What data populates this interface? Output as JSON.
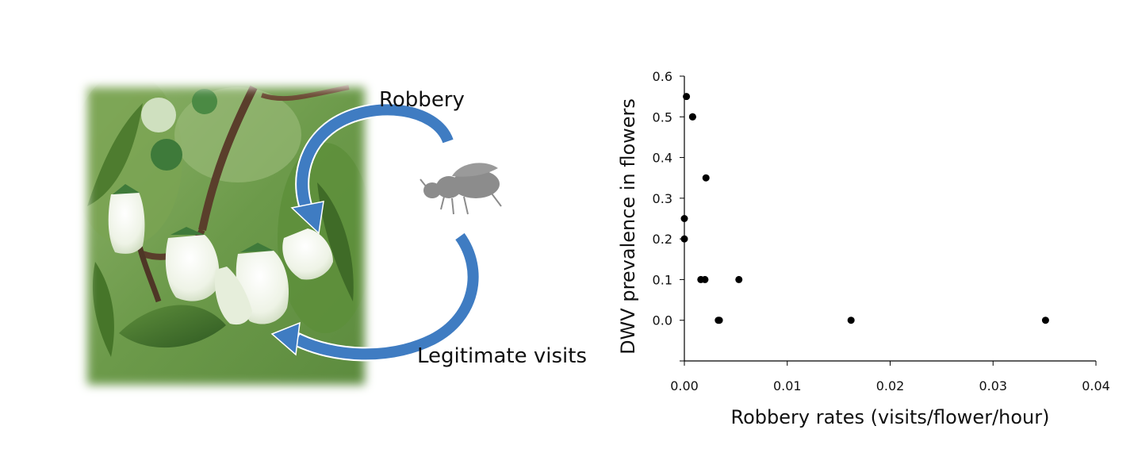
{
  "diagram": {
    "robbery_label": "Robbery",
    "legit_label": "Legitimate visits",
    "arrow_color": "#3f7cc2",
    "bee_color": "#8c8c8c",
    "photo_subject": "blueberry flowers photo",
    "bee_icon": "bee-icon"
  },
  "chart_data": {
    "type": "scatter",
    "title": "",
    "xlabel": "Robbery rates (visits/flower/hour)",
    "ylabel": "DWV prevalence in flowers",
    "xlim": [
      0,
      0.04
    ],
    "ylim": [
      -0.1,
      0.6
    ],
    "xticks": [
      "0.00",
      "0.01",
      "0.02",
      "0.03",
      "0.04"
    ],
    "yticks": [
      "0.0",
      "0.1",
      "0.2",
      "0.3",
      "0.4",
      "0.5",
      "0.6"
    ],
    "grid": false,
    "point_color": "#000000",
    "series": [
      {
        "x": [
          0.0002,
          0.0008,
          0.0008,
          0.0021,
          0.0,
          0.0,
          0.0016,
          0.002,
          0.0053,
          0.0033,
          0.0034,
          0.0162,
          0.0351
        ],
        "y": [
          0.55,
          0.5,
          0.5,
          0.35,
          0.25,
          0.2,
          0.1,
          0.1,
          0.1,
          0.0,
          0.0,
          0.0,
          0.0
        ]
      }
    ]
  }
}
